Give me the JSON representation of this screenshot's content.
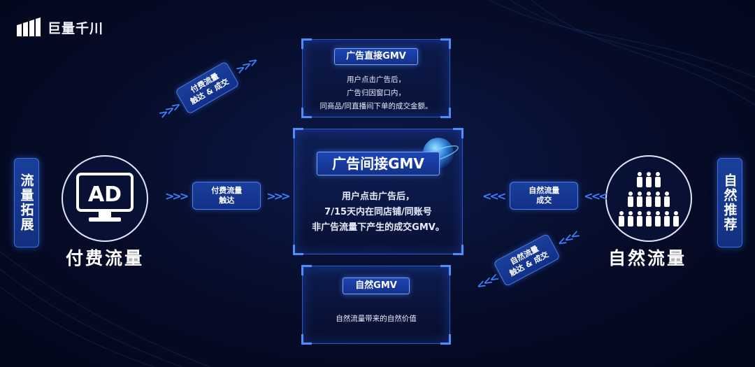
{
  "logo": {
    "text": "巨量千川"
  },
  "left_vertical_label": "流量拓展",
  "right_vertical_label": "自然推荐",
  "left_node": {
    "icon_text": "AD",
    "caption": "付费流量"
  },
  "right_node": {
    "caption": "自然流量"
  },
  "connectors": {
    "paid_upper": {
      "line1": "付费流量",
      "line2": "触达 & 成交"
    },
    "paid_middle": {
      "line1": "付费流量",
      "line2": "触达"
    },
    "natural_middle": {
      "line1": "自然流量",
      "line2": "成交"
    },
    "natural_lower": {
      "line1": "自然流量",
      "line2": "触达 & 成交"
    }
  },
  "panels": {
    "direct": {
      "title": "广告直接GMV",
      "lines": [
        "用户点击广告后，",
        "广告归因窗口内，",
        "同商品/同直播间下单的成交金额。"
      ]
    },
    "indirect": {
      "title": "广告间接GMV",
      "lines": [
        "用户点击广告后，",
        "7/15天内在同店铺/同账号",
        "非广告流量下产生的成交GMV。"
      ]
    },
    "natural": {
      "title": "自然GMV",
      "lines": [
        "自然流量带来的自然价值"
      ]
    }
  },
  "colors": {
    "accent": "#3f7dff",
    "background": "#060c28",
    "tag": "#1c45b4"
  }
}
